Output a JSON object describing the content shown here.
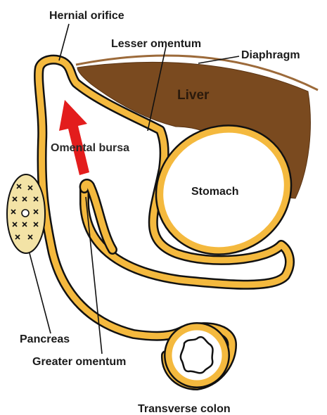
{
  "labels": {
    "hernial_orifice": "Hernial orifice",
    "lesser_omentum": "Lesser omentum",
    "diaphragm": "Diaphragm",
    "liver": "Liver",
    "omental_bursa": "Omental bursa",
    "stomach": "Stomach",
    "pancreas": "Pancreas",
    "greater_omentum": "Greater omentum",
    "transverse_colon": "Transverse colon"
  },
  "colors": {
    "omentum_fill": "#F4B93E",
    "outline": "#111111",
    "liver": "#7A4A1F",
    "diaphragm": "#9C6A3A",
    "arrow": "#E31D1D",
    "pancreas": "#F3E3A6"
  },
  "arrow_direction": "up"
}
